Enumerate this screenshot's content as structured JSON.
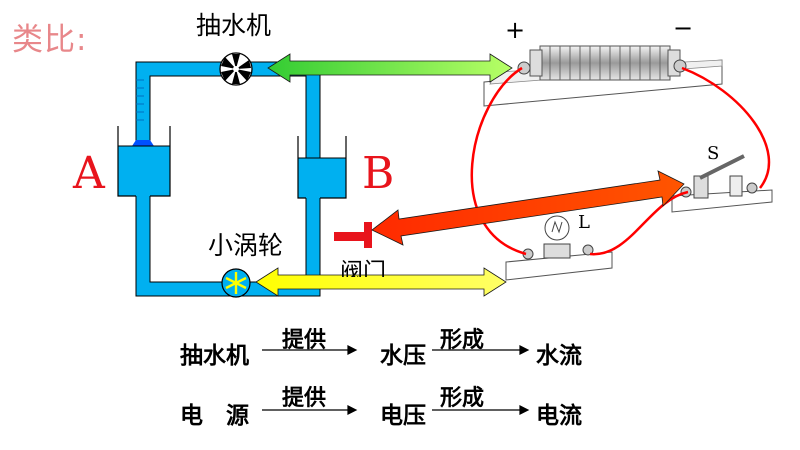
{
  "title": "类比:",
  "diagram": {
    "pump_label": "抽水机",
    "turbine_label": "小涡轮",
    "valve_label": "阀门",
    "left_vessel_label": "A",
    "right_vessel_label": "B",
    "battery_plus": "+",
    "battery_minus": "−",
    "switch_label": "S",
    "bulb_label": "L"
  },
  "analogy_rows": [
    {
      "source": "抽水机",
      "arrow1": "提供",
      "middle": "水压",
      "arrow2": "形成",
      "result": "水流"
    },
    {
      "source": "电　源",
      "arrow1": "提供",
      "middle": "电压",
      "arrow2": "形成",
      "result": "电流"
    }
  ],
  "colors": {
    "water": "#00b0f0",
    "title": "#e8878a",
    "letters": "#e8141c",
    "arrow_green": "#66ff33",
    "arrow_red": "#ff3300",
    "arrow_yellow": "#ffff00",
    "wire": "#ff0000"
  }
}
